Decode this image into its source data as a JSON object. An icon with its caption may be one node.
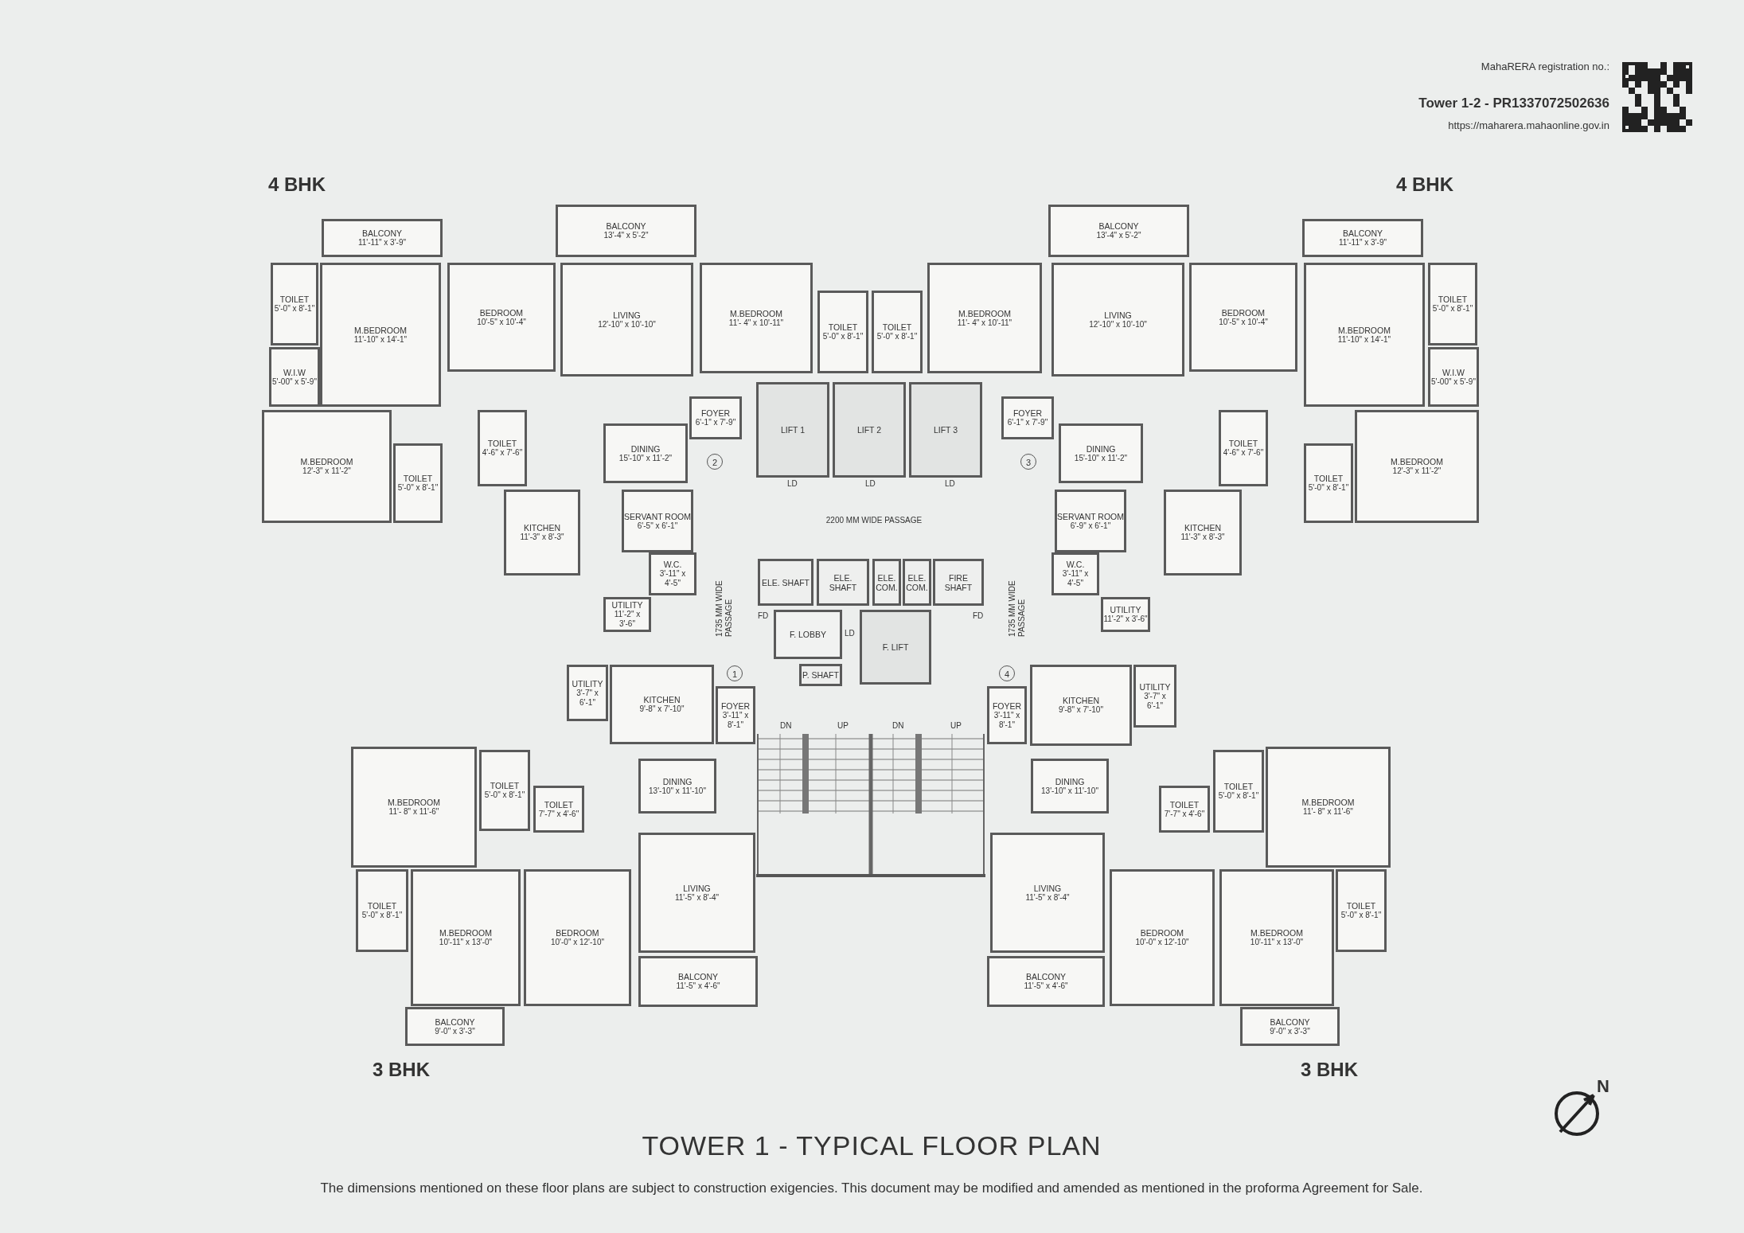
{
  "diagram": {
    "title": "TOWER 1 - TYPICAL FLOOR PLAN",
    "caption": "The dimensions mentioned on these floor plans are subject to construction exigencies. This document may be modified and amended as mentioned in the proforma Agreement for Sale.",
    "nodes": [
      {
        "text": [
          "BALCONY",
          "11'-11\" x 3'-9\""
        ]
      },
      {
        "text": [
          "TOILET",
          "5'-0\" x 8'-1\""
        ]
      },
      {
        "text": [
          "W.I.W",
          "5'-00\" x 5'-9\""
        ]
      },
      {
        "text": [
          "M.BEDROOM",
          "11'-10\" x 14'-1\""
        ]
      },
      {
        "text": [
          "BEDROOM",
          "10'-5\" x 10'-4\""
        ]
      },
      {
        "text": [
          "BALCONY",
          "13'-4\" x 5'-2\""
        ]
      },
      {
        "text": [
          "LIVING",
          "12'-10\" x 10'-10\""
        ]
      },
      {
        "text": [
          "M.BEDROOM",
          "11'- 4\" x 10'-11\""
        ]
      },
      {
        "text": [
          "TOILET",
          "5'-0\" x 8'-1\""
        ]
      },
      {
        "text": [
          "TOILET",
          "5'-0\" x 8'-1\""
        ]
      },
      {
        "text": [
          "M.BEDROOM",
          "11'- 4\" x 10'-11\""
        ]
      },
      {
        "text": [
          "BALCONY",
          "13'-4\" x 5'-2\""
        ]
      },
      {
        "text": [
          "LIVING",
          "12'-10\" x 10'-10\""
        ]
      },
      {
        "text": [
          "BEDROOM",
          "10'-5\" x 10'-4\""
        ]
      },
      {
        "text": [
          "BALCONY",
          "11'-11\" x 3'-9\""
        ]
      },
      {
        "text": [
          "M.BEDROOM",
          "11'-10\" x 14'-1\""
        ]
      },
      {
        "text": [
          "TOILET",
          "5'-0\" x 8'-1\""
        ]
      },
      {
        "text": [
          "W.I.W",
          "5'-00\" x 5'-9\""
        ]
      },
      {
        "text": [
          "M.BEDROOM",
          "12'-3\" x 11'-2\""
        ]
      },
      {
        "text": [
          "TOILET",
          "5'-0\" x 8'-1\""
        ]
      },
      {
        "text": [
          "TOILET",
          "4'-6\" x 7'-6\""
        ]
      },
      {
        "text": [
          "KITCHEN",
          "11'-3\" x 8'-3\""
        ]
      },
      {
        "text": [
          "DINING",
          "15'-10\" x 11'-2\""
        ]
      },
      {
        "text": [
          "FOYER",
          "6'-1\" x 7'-9\""
        ]
      },
      {
        "text": [
          "LIFT 1"
        ]
      },
      {
        "text": [
          "LIFT 2"
        ]
      },
      {
        "text": [
          "LIFT 3"
        ]
      },
      {
        "text": [
          "FOYER",
          "6'-1\" x 7'-9\""
        ]
      },
      {
        "text": [
          "DINING",
          "15'-10\" x 11'-2\""
        ]
      },
      {
        "text": [
          "TOILET",
          "4'-6\" x 7'-6\""
        ]
      },
      {
        "text": [
          "TOILET",
          "5'-0\" x 8'-1\""
        ]
      },
      {
        "text": [
          "M.BEDROOM",
          "12'-3\" x 11'-2\""
        ]
      },
      {
        "text": [
          "SERVANT ROOM",
          "6'-5\" x 6'-1\""
        ]
      },
      {
        "text": [
          "KITCHEN",
          "11'-3\" x 8'-3\""
        ]
      },
      {
        "text": [
          "SERVANT ROOM",
          "6'-9\" x 6'-1\""
        ]
      },
      {
        "text": [
          "W.C.",
          "3'-11\" x 4'-5\""
        ]
      },
      {
        "text": [
          "UTILITY",
          "11'-2\" x 3'-6\""
        ]
      },
      {
        "text": [
          "ELE. SHAFT"
        ]
      },
      {
        "text": [
          "ELE. SHAFT"
        ]
      },
      {
        "text": [
          "ELE. COM."
        ]
      },
      {
        "text": [
          "ELE. COM."
        ]
      },
      {
        "text": [
          "FIRE SHAFT"
        ]
      },
      {
        "text": [
          "W.C.",
          "3'-11\" x 4'-5\""
        ]
      },
      {
        "text": [
          "UTILITY",
          "11'-2\" x 3'-6\""
        ]
      },
      {
        "text": [
          "F. LOBBY"
        ]
      },
      {
        "text": [
          "F. LIFT"
        ]
      },
      {
        "text": [
          "P. SHAFT"
        ]
      },
      {
        "text": [
          "UTILITY",
          "3'-7\" x 6'-1\""
        ]
      },
      {
        "text": [
          "KITCHEN",
          "9'-8\" x 7'-10\""
        ]
      },
      {
        "text": [
          "FOYER",
          "3'-11\" x 8'-1\""
        ]
      },
      {
        "text": [
          "FOYER",
          "3'-11\" x 8'-1\""
        ]
      },
      {
        "text": [
          "KITCHEN",
          "9'-8\" x 7'-10\""
        ]
      },
      {
        "text": [
          "UTILITY",
          "3'-7\" x 6'-1\""
        ]
      },
      {
        "text": [
          "M.BEDROOM",
          "11'- 8\" x 11'-6\""
        ]
      },
      {
        "text": [
          "TOILET",
          "5'-0\" x 8'-1\""
        ]
      },
      {
        "text": [
          "TOILET",
          "7'-7\" x 4'-6\""
        ]
      },
      {
        "text": [
          "DINING",
          "13'-10\" x 11'-10\""
        ]
      },
      {
        "text": [
          "DINING",
          "13'-10\" x 11'-10\""
        ]
      },
      {
        "text": [
          "TOILET",
          "7'-7\" x 4'-6\""
        ]
      },
      {
        "text": [
          "TOILET",
          "5'-0\" x 8'-1\""
        ]
      },
      {
        "text": [
          "M.BEDROOM",
          "11'- 8\" x 11'-6\""
        ]
      },
      {
        "text": [
          "TOILET",
          "5'-0\" x 8'-1\""
        ]
      },
      {
        "text": [
          "M.BEDROOM",
          "10'-11\" x 13'-0\""
        ]
      },
      {
        "text": [
          "BEDROOM",
          "10'-0\" x 12'-10\""
        ]
      },
      {
        "text": [
          "LIVING",
          "11'-5\" x 8'-4\""
        ]
      },
      {
        "text": [
          "LIVING",
          "11'-5\" x 8'-4\""
        ]
      },
      {
        "text": [
          "BEDROOM",
          "10'-0\" x 12'-10\""
        ]
      },
      {
        "text": [
          "M.BEDROOM",
          "10'-11\" x 13'-0\""
        ]
      },
      {
        "text": [
          "TOILET",
          "5'-0\" x 8'-1\""
        ]
      },
      {
        "text": [
          "BALCONY",
          "11'-5\" x 4'-6\""
        ]
      },
      {
        "text": [
          "BALCONY",
          "11'-5\" x 4'-6\""
        ]
      },
      {
        "text": [
          "BALCONY",
          "9'-0\" x 3'-3\""
        ]
      },
      {
        "text": [
          "BALCONY",
          "9'-0\" x 3'-3\""
        ]
      }
    ],
    "labels": [
      "MahaRERA registration no.:",
      "Tower 1-2 - PR1337072502636",
      "https://maharera.mahaonline.gov.in",
      "4 BHK",
      "4 BHK",
      "2",
      "3",
      "LD",
      "LD",
      "LD",
      "2200 MM WIDE PASSAGE",
      "1735 MM WIDE PASSAGE",
      "1735 MM WIDE PASSAGE",
      "FD",
      "LD",
      "FD",
      "1",
      "4",
      "DN",
      "UP",
      "DN",
      "UP",
      "3 BHK",
      "3 BHK",
      "N"
    ]
  }
}
